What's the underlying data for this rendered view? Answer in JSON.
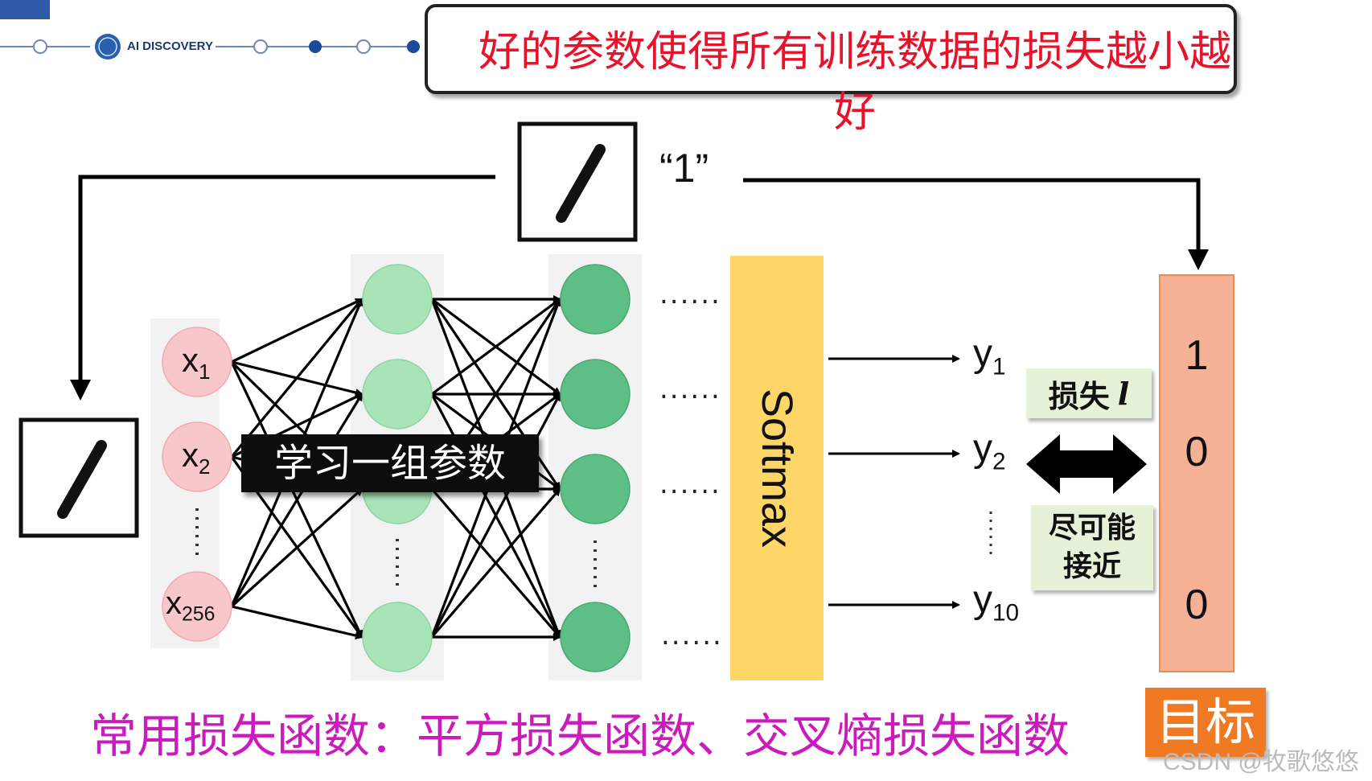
{
  "header": {
    "logo_text": "AI DISCOVERY",
    "title": "好的参数使得所有训练数据的损失越小越好"
  },
  "sample": {
    "label": "“1”"
  },
  "inputs": {
    "nodes": [
      {
        "base": "x",
        "sub": "1"
      },
      {
        "base": "x",
        "sub": "2"
      },
      {
        "base": "x",
        "sub": "256"
      }
    ]
  },
  "network": {
    "learn_label": "学习一组参数",
    "continuation": "......",
    "softmax_label": "Softmax",
    "colors": {
      "input": "#f8c7cb",
      "hidden1": "#a9e4b9",
      "hidden2": "#5dbf85",
      "softmax": "#fed567"
    }
  },
  "outputs": {
    "nodes": [
      {
        "base": "y",
        "sub": "1"
      },
      {
        "base": "y",
        "sub": "2"
      },
      {
        "base": "y",
        "sub": "10"
      }
    ]
  },
  "loss": {
    "label": "损失",
    "symbol": "l",
    "approach_line1": "尽可能",
    "approach_line2": "接近"
  },
  "target": {
    "values": [
      "1",
      "0",
      "0"
    ],
    "label": "目标",
    "colors": {
      "column": "#f5b196",
      "label_bg": "#f07a24"
    }
  },
  "footer": {
    "text": "常用损失函数：平方损失函数、交叉熵损失函数"
  },
  "watermark": "CSDN @牧歌悠悠"
}
